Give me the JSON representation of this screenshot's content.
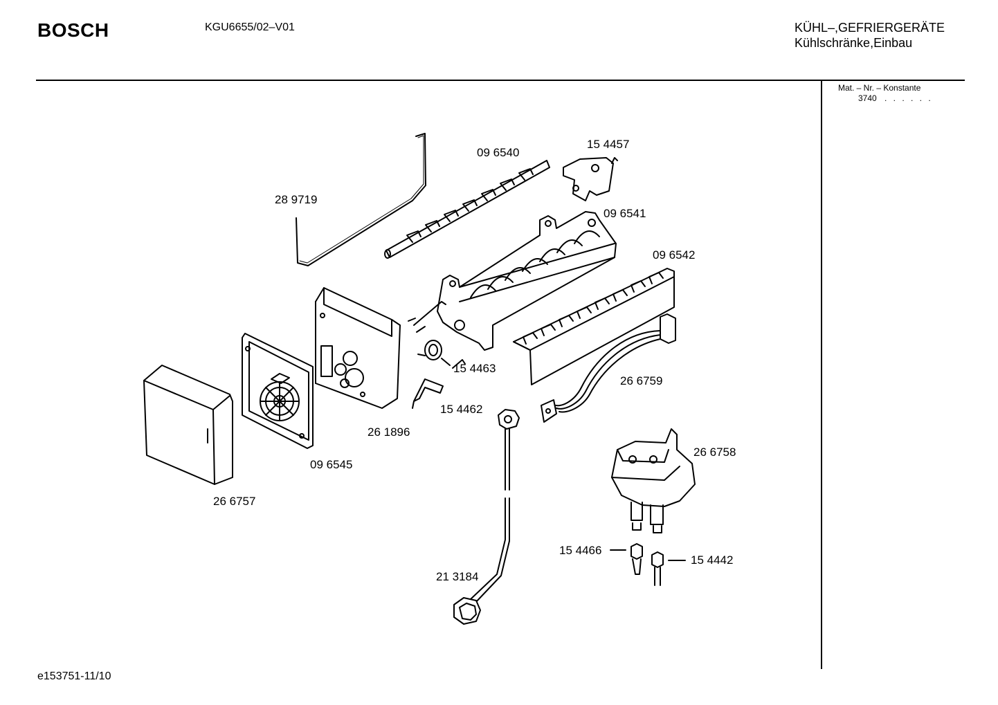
{
  "header": {
    "brand": "BOSCH",
    "model": "KGU6655/02–V01",
    "category_line1": "KÜHL–,GEFRIERGERÄTE",
    "category_line2": "Kühlschränke,Einbau"
  },
  "sidebar": {
    "mat_label": "Mat. – Nr. – Konstante",
    "mat_value": "3740",
    "mat_dots": ". . . . . ."
  },
  "parts": [
    {
      "id": "p289719",
      "label": "28 9719"
    },
    {
      "id": "p096540",
      "label": "09 6540"
    },
    {
      "id": "p154457",
      "label": "15 4457"
    },
    {
      "id": "p096541",
      "label": "09 6541"
    },
    {
      "id": "p096542",
      "label": "09 6542"
    },
    {
      "id": "p154463",
      "label": "15 4463"
    },
    {
      "id": "p266759",
      "label": "26 6759"
    },
    {
      "id": "p154462",
      "label": "15 4462"
    },
    {
      "id": "p261896",
      "label": "26 1896"
    },
    {
      "id": "p096545",
      "label": "09 6545"
    },
    {
      "id": "p266757",
      "label": "26 6757"
    },
    {
      "id": "p266758",
      "label": "26 6758"
    },
    {
      "id": "p154466",
      "label": "15 4466"
    },
    {
      "id": "p154442",
      "label": "15 4442"
    },
    {
      "id": "p213184",
      "label": "21 3184"
    }
  ],
  "footer": {
    "code": "e153751-11/10"
  }
}
